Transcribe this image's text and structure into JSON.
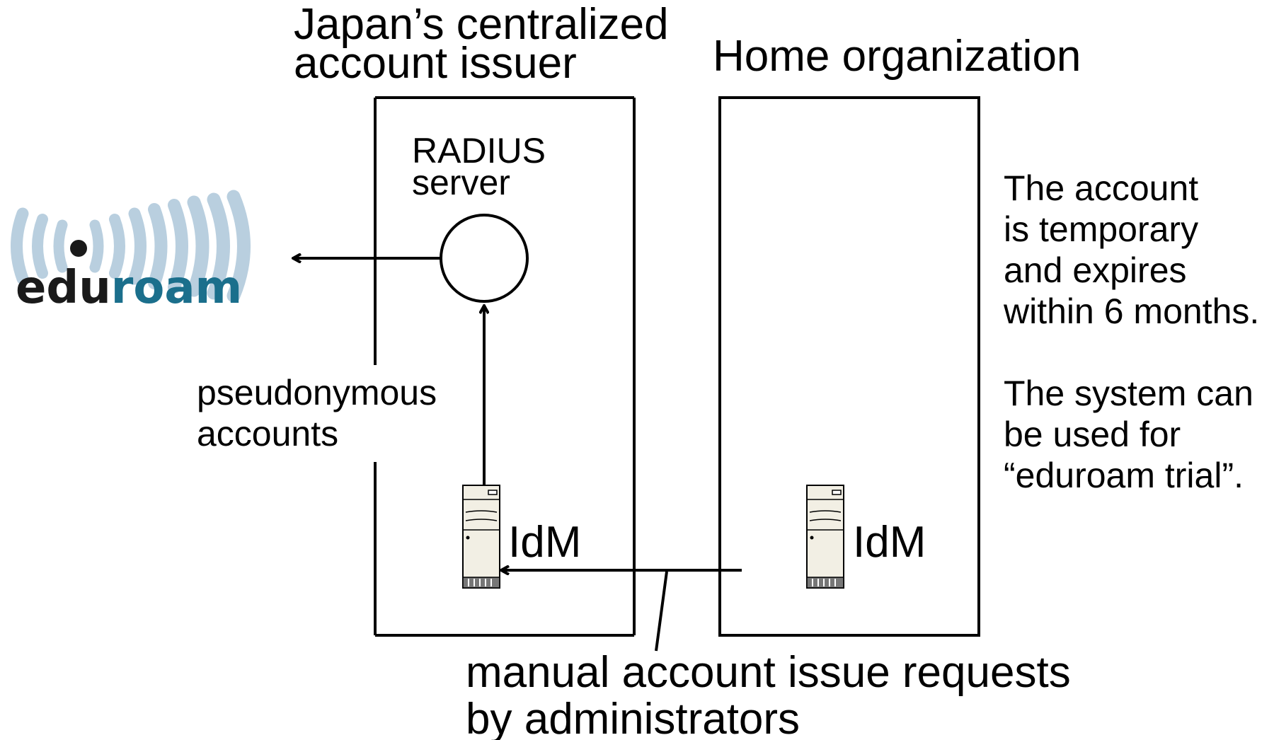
{
  "issuer": {
    "title_line1": "Japan’s centralized",
    "title_line2": "account issuer",
    "radius_line1": "RADIUS",
    "radius_line2": "server",
    "idm_label": "IdM"
  },
  "home": {
    "title": "Home organization",
    "idm_label": "IdM"
  },
  "eduroam_logo": {
    "prefix": "ed",
    "accent": "u",
    "suffix": "roam",
    "dark_color": "#1a1a1a",
    "accent_color": "#1b6f8c",
    "wave_color": "#b9cfdf"
  },
  "pseudonymous": {
    "line1": "pseudonymous",
    "line2": "accounts"
  },
  "manual": {
    "line1": "manual account issue requests",
    "line2": "by administrators"
  },
  "notes": {
    "note1": [
      "The account",
      "is temporary",
      "and expires",
      "within 6 months."
    ],
    "note2": [
      "The system can",
      "be used for",
      "“eduroam trial”."
    ]
  },
  "icons": {
    "server": "server-tower-icon",
    "radius": "radius-server-circle-icon"
  }
}
